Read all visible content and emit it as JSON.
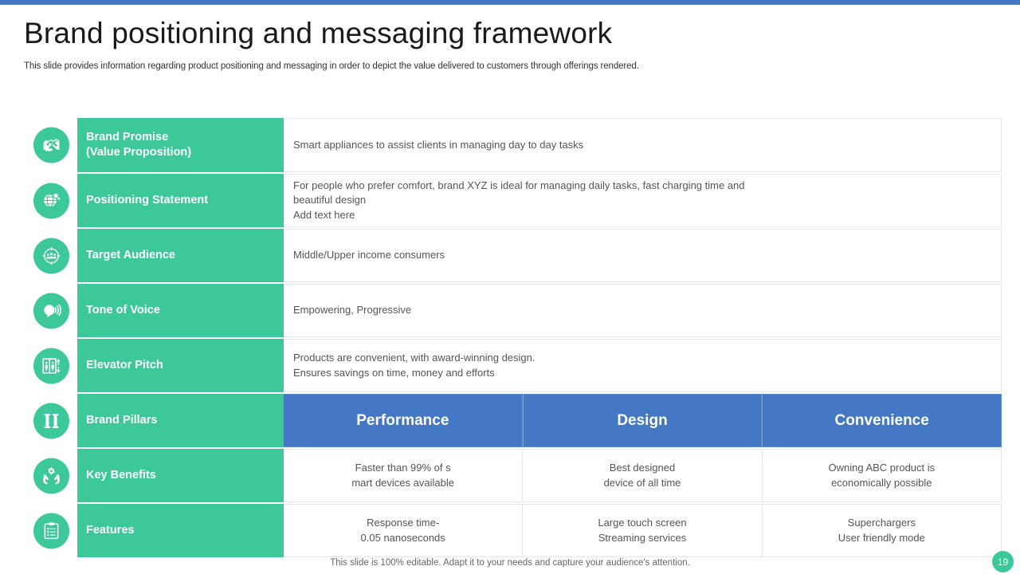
{
  "header": {
    "title": "Brand positioning and messaging framework",
    "subtitle": "This slide provides information regarding product positioning and messaging in order to depict the value delivered to customers through offerings rendered."
  },
  "colors": {
    "green": "#3cc898",
    "blue": "#4477c4",
    "text": "#555555",
    "title": "#1a1a1a"
  },
  "rows": [
    {
      "icon": "handshake-icon",
      "label": "Brand Promise\n(Value Proposition)",
      "content": "Smart appliances to assist clients in managing day to day tasks"
    },
    {
      "icon": "globe-search-icon",
      "label": "Positioning Statement",
      "content": "For people who prefer comfort, brand XYZ  is ideal for managing daily  tasks, fast charging time and\nbeautiful design\nAdd text here"
    },
    {
      "icon": "target-audience-icon",
      "label": "Target Audience",
      "content": "Middle/Upper  income consumers"
    },
    {
      "icon": "megaphone-voice-icon",
      "label": "Tone of Voice",
      "content": "Empowering, Progressive"
    },
    {
      "icon": "elevator-icon",
      "label": "Elevator Pitch",
      "content": "Products are convenient, with award-winning design.\nEnsures savings on time, money and efforts"
    }
  ],
  "pillars_row": {
    "icon": "pillars-icon",
    "label": "Brand Pillars",
    "columns": [
      "Performance",
      "Design",
      "Convenience"
    ]
  },
  "benefits_row": {
    "icon": "hands-gear-icon",
    "label": "Key Benefits",
    "columns": [
      "Faster than 99% of s\nmart devices available",
      "Best designed\ndevice of all time",
      "Owning ABC product is\neconomically possible"
    ]
  },
  "features_row": {
    "icon": "clipboard-checklist-icon",
    "label": "Features",
    "columns": [
      "Response time-\n0.05 nanoseconds",
      "Large touch screen\nStreaming services",
      "Superchargers\nUser friendly mode"
    ]
  },
  "footer": {
    "note": "This slide is 100% editable. Adapt it to your needs and capture your audience's attention.",
    "page_number": "19"
  }
}
